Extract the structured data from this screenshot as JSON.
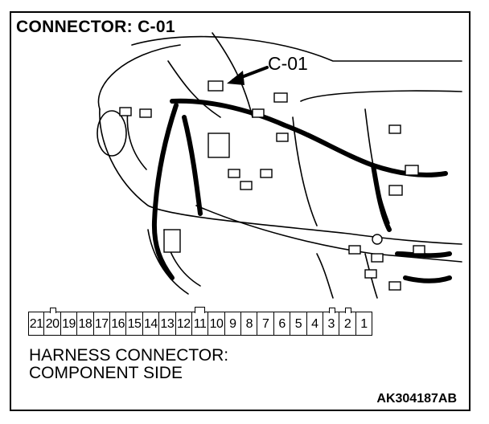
{
  "title": "CONNECTOR: C-01",
  "callout_label": "C-01",
  "pins": [
    "21",
    "20",
    "19",
    "18",
    "17",
    "16",
    "15",
    "14",
    "13",
    "12",
    "11",
    "10",
    "9",
    "8",
    "7",
    "6",
    "5",
    "4",
    "3",
    "2",
    "1"
  ],
  "caption": {
    "line1": "HARNESS CONNECTOR:",
    "line2": "COMPONENT SIDE"
  },
  "reference_code": "AK304187AB"
}
